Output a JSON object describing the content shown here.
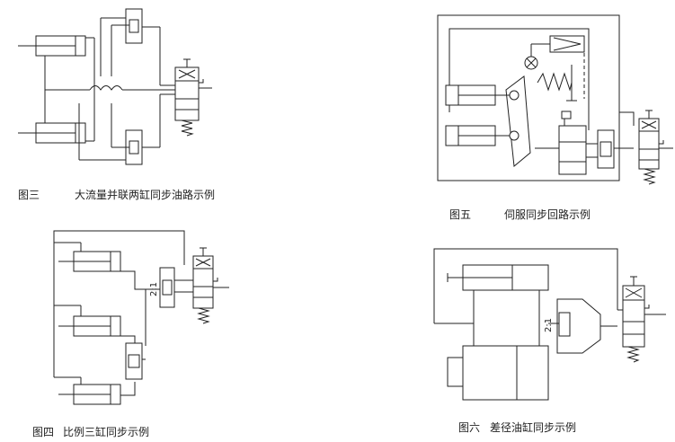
{
  "diagrams": [
    {
      "id": "fig3",
      "number": "图三",
      "title": "大流量并联两缸同步油路示例"
    },
    {
      "id": "fig4",
      "number": "图四",
      "title": "比例三缸同步示例",
      "ratio_label": "2:1"
    },
    {
      "id": "fig5",
      "number": "图五",
      "title": "伺服同步回路示例"
    },
    {
      "id": "fig6",
      "number": "图六",
      "title": "差径油缸同步示例",
      "ratio_label": "2:1"
    }
  ]
}
